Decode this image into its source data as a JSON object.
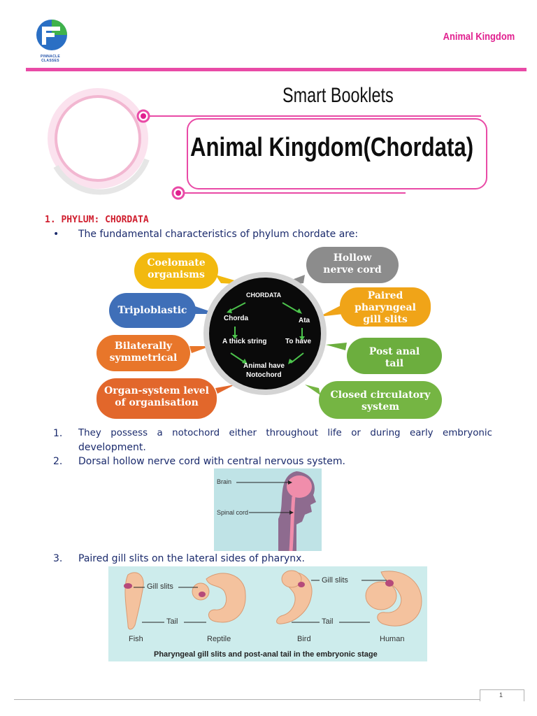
{
  "header": {
    "logo_caption_1": "PINNACLE",
    "logo_caption_2": "CLASSES",
    "title": "Animal Kingdom"
  },
  "banner": {
    "subtitle": "Smart Booklets",
    "title": "Animal Kingdom(Chordata)"
  },
  "section": {
    "heading": "1. PHYLUM: CHORDATA",
    "bullet": "The fundamental characteristics of phylum chordate are:"
  },
  "diagram": {
    "center": {
      "title": "CHORDATA",
      "left_top": "Chorda",
      "right_top": "Ata",
      "left_mid": "A thick string",
      "right_mid": "To have",
      "bottom_1": "Animal have",
      "bottom_2": "Notochord"
    },
    "bubbles": {
      "coelomate_1": "Coelomate",
      "coelomate_2": "organisms",
      "hollow_1": "Hollow",
      "hollow_2": "nerve cord",
      "triplo": "Triploblastic",
      "paired_1": "Paired",
      "paired_2": "pharyngeal",
      "paired_3": "gill slits",
      "bilat_1": "Bilaterally",
      "bilat_2": "symmetrical",
      "postanal_1": "Post anal",
      "postanal_2": "tail",
      "organ_1": "Organ-system level",
      "organ_2": "of organisation",
      "closed_1": "Closed circulatory",
      "closed_2": "system"
    },
    "colors": {
      "yellow": "#f2b90f",
      "grey": "#8c8c8c",
      "blue": "#3f6fb8",
      "orange_yellow": "#f0a418",
      "orange": "#e8762a",
      "green": "#6cae3e",
      "orange_red": "#e2672b",
      "light_green": "#75b543"
    }
  },
  "points": [
    {
      "num": "1.",
      "line1": "They possess a notochord either throughout life or during early embryonic",
      "line2": "development."
    },
    {
      "num": "2.",
      "line1": "Dorsal hollow nerve cord with central nervous system."
    },
    {
      "num": "3.",
      "line1": "Paired gill slits on the lateral sides of pharynx."
    }
  ],
  "brain_figure": {
    "label_brain": "Brain",
    "label_spinal": "Spinal cord"
  },
  "gill_figure": {
    "gill_slits_left": "Gill slits",
    "gill_slits_right": "Gill slits",
    "tail_left": "Tail",
    "tail_right": "Tail",
    "fish": "Fish",
    "reptile": "Reptile",
    "bird": "Bird",
    "human": "Human",
    "caption": "Pharyngeal gill slits and post-anal tail in the embryonic stage"
  },
  "footer": {
    "page_number": "1"
  }
}
